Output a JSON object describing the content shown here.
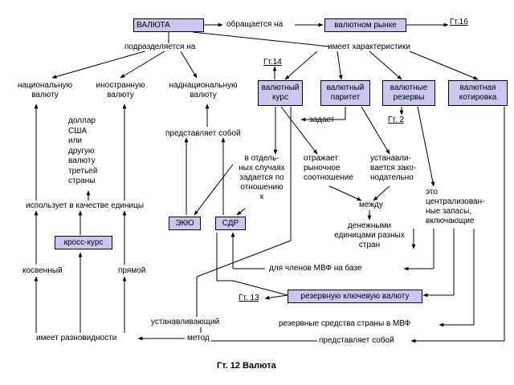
{
  "boxes": {
    "valyuta": "ВАЛЮТА",
    "valyutnom_rynke": "валютном рынке",
    "valyutnyi_kurs": "валютный курс",
    "valyutnyi_paritet": "валютный паритет",
    "valyutnye_rezervy": "валютные резервы",
    "valyutnaya_kotirovka": "валютная котировка",
    "eku": "ЭКЮ",
    "sdr": "СДР",
    "kross_kurs": "кросс-курс",
    "rezervnuyu_klyuchevuyu": "резервную ключевую валюту"
  },
  "refs": {
    "gt16": "Гт.16",
    "gt14": "Гт.14",
    "gt2": "Гт. 2",
    "gt13": "Гт. 13"
  },
  "labels": {
    "obrashchaetsya_na": "обращается на",
    "podrazdelyaetsya_na": "подразделяется на",
    "imeet_harakteristiki": "имеет характеристики",
    "nacionalnuyu": "национальную\nвалюту",
    "inostrannuyu": "иностранную\nвалюту",
    "nadnacionalnuyu": "наднациональную\nвалюту",
    "dollar": "доллар\nСША\nили\nдругую\nвалюту\nтретьей\nстраны",
    "predstavlyaet_soboi_top": "представляет собой",
    "zadaet": "задает",
    "v_otdelnyh": "в отдель-\nных случаях\nзадается по\nотношению\nк",
    "otrazhaet": "отражает\nрыночное\nсоотношение",
    "ustanavlivaetsya": "устанавли-\nвается зако-\nнодательно",
    "mezhdu": "между",
    "denezhnymi": "денежными\nединицами разных\nстран",
    "eto_centralizovannye": "это\nцентрализован-\nные запасы,\nвключающие",
    "ispolzuet": "использует в качестве единицы",
    "kosvennyi": "косвенный",
    "pryamoi": "прямой",
    "dlya_chlenov": "для членов МВФ на базе",
    "ustanavlivayushchii": "устанавливающий",
    "rezervnye_sredstva": "резервные средства страны в МВФ",
    "imeet_raznovidnosti": "имеет разновидности",
    "metod": "метод",
    "predstavlyaet_soboi_bottom": "представляет собой"
  },
  "caption": "Гт. 12 Валюта"
}
